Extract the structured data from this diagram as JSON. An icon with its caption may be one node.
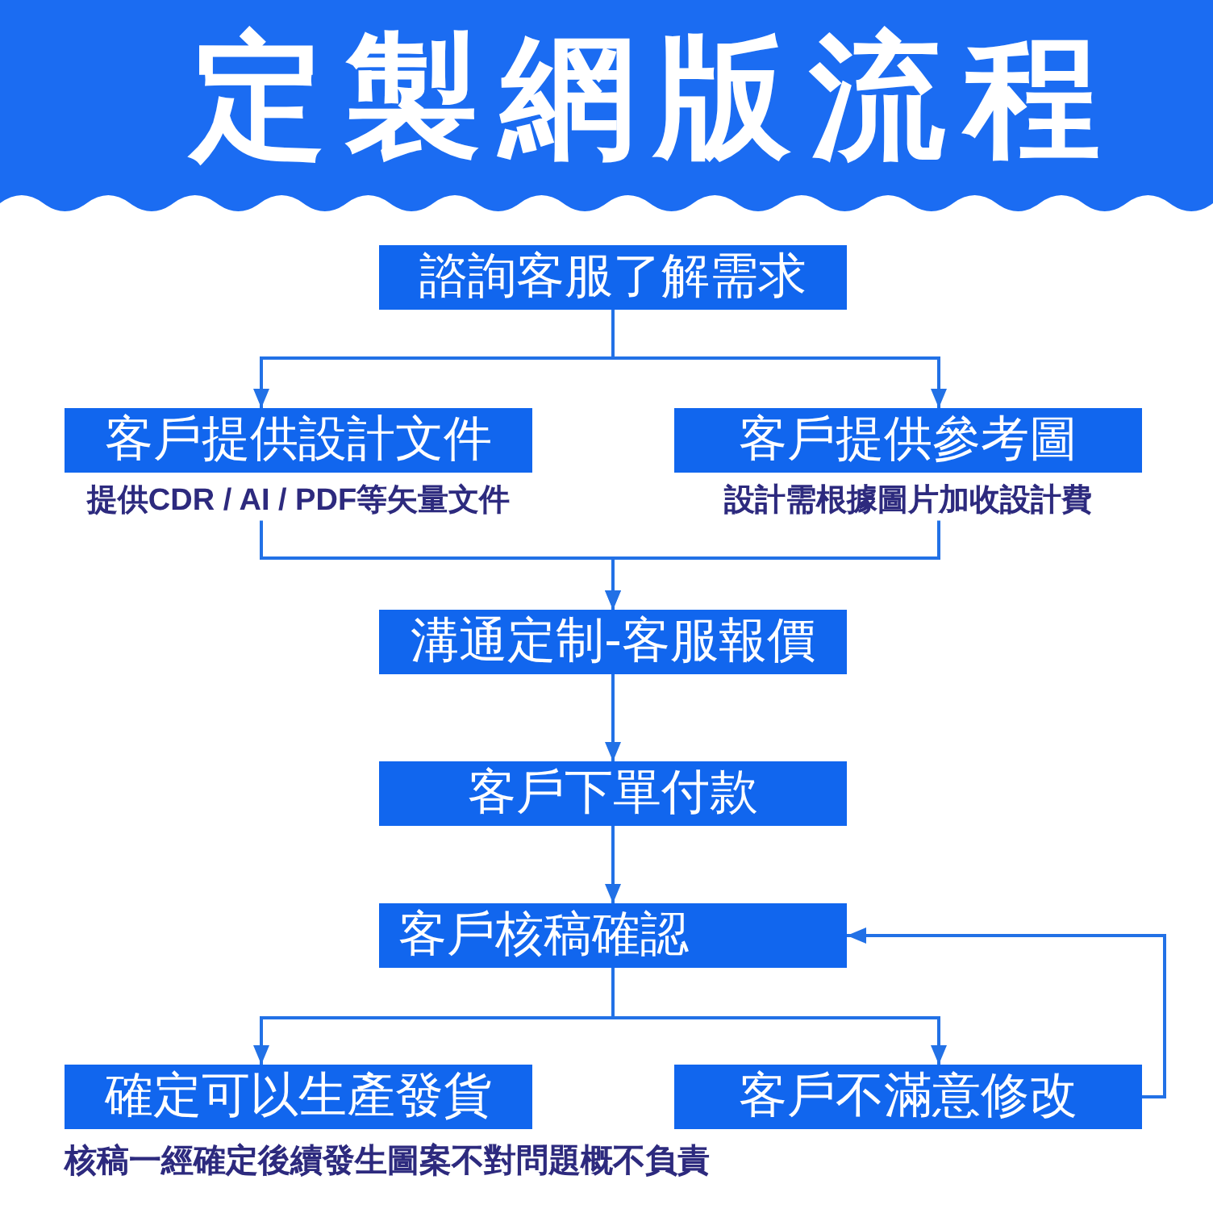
{
  "diagram": {
    "title": "定製網版流程",
    "nodes": [
      {
        "text": [
          "諮詢客服了解需求"
        ]
      },
      {
        "text": [
          "客戶提供設計文件"
        ],
        "beside": [
          "提供CDR / AI / PDF等矢量文件"
        ]
      },
      {
        "text": [
          "客戶提供參考圖"
        ],
        "beside": [
          "設計需根據圖片加收設計費"
        ]
      },
      {
        "text": [
          "溝通定制-客服報價"
        ]
      },
      {
        "text": [
          "客戶下單付款"
        ]
      },
      {
        "text": [
          "客戶核稿確認"
        ]
      },
      {
        "text": [
          "確定可以生產發貨"
        ]
      },
      {
        "text": [
          "客戶不滿意修改"
        ]
      }
    ],
    "edges": [
      {
        "from": 0,
        "to": 1,
        "arrow": "to"
      },
      {
        "from": 0,
        "to": 2,
        "arrow": "to"
      },
      {
        "from": 1,
        "to": 3,
        "arrow": "to"
      },
      {
        "from": 2,
        "to": 3,
        "arrow": "to"
      },
      {
        "from": 3,
        "to": 4,
        "arrow": "to"
      },
      {
        "from": 4,
        "to": 5,
        "arrow": "to"
      },
      {
        "from": 5,
        "to": 6,
        "arrow": "to"
      },
      {
        "from": 5,
        "to": 7,
        "arrow": "to"
      },
      {
        "from": 7,
        "to": 5,
        "arrow": "to"
      }
    ],
    "labels": [
      "核稿一經確定後續發生圖案不對問題概不負責"
    ]
  }
}
